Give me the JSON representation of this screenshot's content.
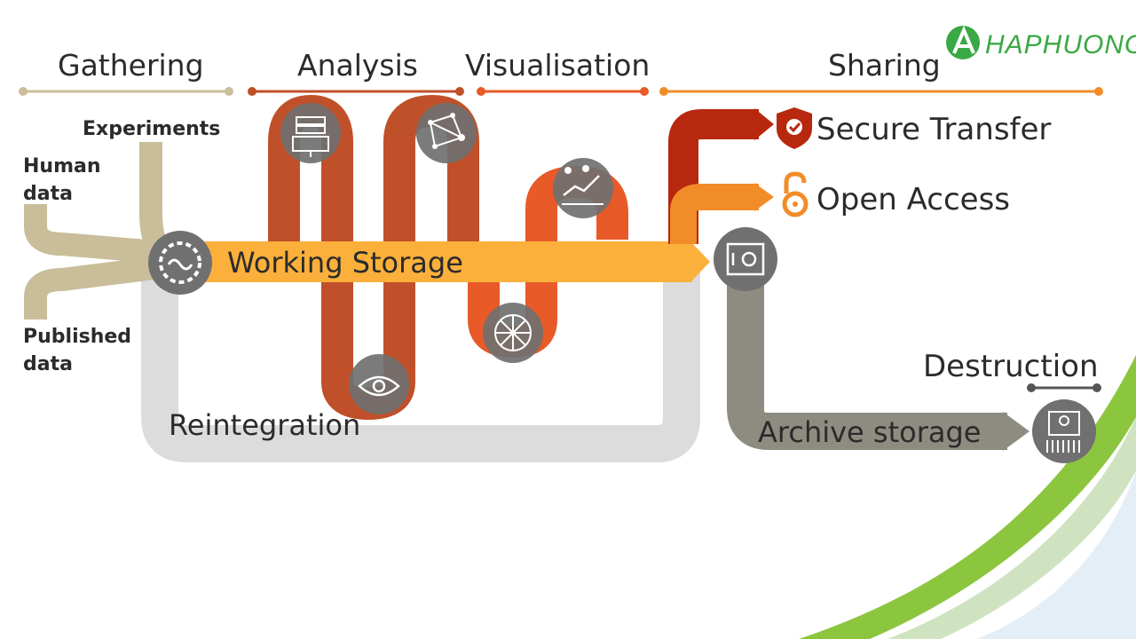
{
  "logo": {
    "text": "HAPHUONG"
  },
  "stages": {
    "gathering": "Gathering",
    "analysis": "Analysis",
    "visualisation": "Visualisation",
    "sharing": "Sharing"
  },
  "sources": {
    "experiments": "Experiments",
    "human_line1": "Human",
    "human_line2": "data",
    "published_line1": "Published",
    "published_line2": "data"
  },
  "flows": {
    "working_storage": "Working Storage",
    "reintegration": "Reintegration",
    "archive_storage": "Archive storage"
  },
  "outputs": {
    "secure_transfer": "Secure Transfer",
    "open_access": "Open Access",
    "destruction": "Destruction"
  },
  "colors": {
    "gathering": "#c9bd9a",
    "analysis": "#c0502a",
    "visualisation": "#e85a28",
    "sharing": "#f28c28",
    "working_storage": "#fbb03b",
    "reintegration": "#dcdcdc",
    "archive": "#8e8b80",
    "icon_disc": "#707070",
    "secure": "#b8280f",
    "brand_green": "#3aa845"
  },
  "icons": [
    "gear-icon",
    "server-icon",
    "network-graph-icon",
    "chart-icon",
    "pie-chart-icon",
    "eye-icon",
    "safe-icon",
    "shredder-icon",
    "shield-check-icon",
    "open-lock-icon"
  ]
}
